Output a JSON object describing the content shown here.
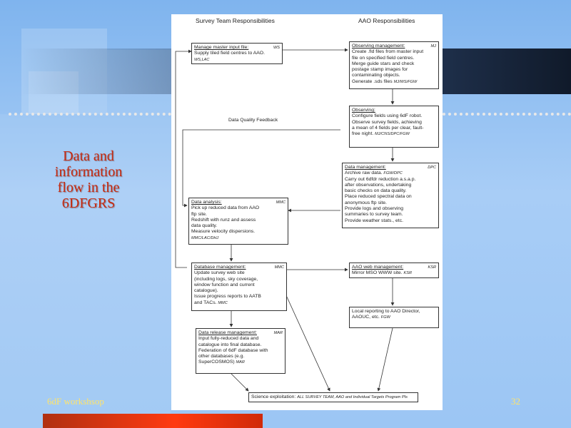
{
  "slide": {
    "title_lines": [
      "Data and",
      "information",
      "flow in the",
      "6DFGRS"
    ],
    "footer_left": "6dF workshsop",
    "page_number": "32"
  },
  "diagram": {
    "headers": {
      "left": "Survey Team Responsibilities",
      "right": "AAO Responsibilities"
    },
    "feedback_label": "Data Quality Feedback",
    "boxes": {
      "master_input": {
        "lines": [
          "Manage master input file:",
          "Supply tiled field centres to AAO.",
          "WS,LAC"
        ],
        "who": "WS"
      },
      "observing_mgmt": {
        "lines": [
          "Observing management:",
          "Create .fld files from master input",
          "file on specified field centres.",
          "Merge guide stars and check",
          "postage stamp images for",
          "contaminating objects.",
          "Generate .sds files"
        ],
        "who": "MJ",
        "tag": "MJ/WS/FGW"
      },
      "observing": {
        "lines": [
          "Observing:",
          "Configure fields using 6dF robot.",
          "Observe survey fields, achieving",
          "a mean of 4 fields per clear, fault-",
          "free night."
        ],
        "tag": "MJ/CNS/DPC/FGW"
      },
      "data_mgmt": {
        "lines": [
          "Data management:",
          "Archive raw data.",
          "Carry out 6dfdr reduction a.s.a.p.",
          "after observations, undertaking",
          "basic checks on data quality.",
          "Place reduced spectral data on",
          "anonymous ftp site.",
          "Provide logs and observing",
          "summaries to survey team.",
          "Provide weather stats., etc."
        ],
        "who": "DPC",
        "tag": "FGW/DPC"
      },
      "data_analysis": {
        "lines": [
          "Data analysis:",
          "Pick up reduced data from AAO",
          "ftp site.",
          "Redshift with runz and assess",
          "data quality.",
          "Measure velocity dispersions.",
          "MMC/LAC/DHJ"
        ],
        "who": "MMC"
      },
      "database_mgmt": {
        "lines": [
          "Database management:",
          "Update survey web site",
          "(including logs, sky coverage,",
          "window function and current",
          "catalogue).",
          "Issue progress reports to AATB",
          "and TACs."
        ],
        "who": "MMC",
        "tag": "MMC"
      },
      "aao_web": {
        "lines": [
          "AAO web management:",
          "Mirror MSO WWW site."
        ],
        "who": "KSR",
        "tag": "KSR"
      },
      "local_reporting": {
        "lines": [
          "Local reporting to AAO Director,",
          "AAOUC, etc."
        ],
        "tag": "FGW"
      },
      "data_release": {
        "lines": [
          "Data release management:",
          "Input fully-reduced data and",
          "catalogue into final database.",
          "Federation of 6dF database with",
          "other databases (e.g.",
          "SuperCOSMOS)"
        ],
        "who": "MAR",
        "tag": "MAR"
      },
      "science": {
        "lines": [
          "Science exploitation:"
        ],
        "tag": "ALL SURVEY TEAM, AAO and Individual Targets Program PIs"
      }
    }
  }
}
